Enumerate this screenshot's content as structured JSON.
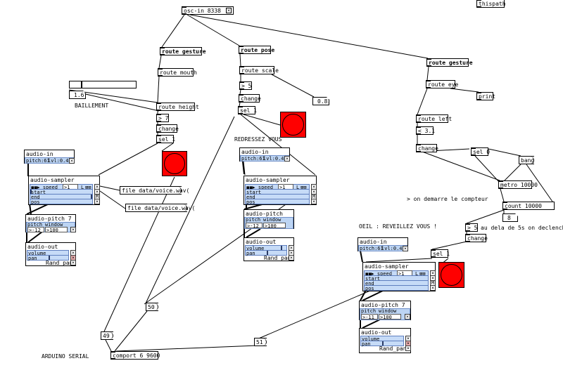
{
  "objects": {
    "osc_in": "osc-in 8338",
    "thispath": "thispath",
    "route_gesture_1": "route gesture",
    "route_mouth": "route mouth",
    "route_height": "route height",
    "gt7": "> 7",
    "change_1": "change",
    "sel1_1": "sel 1",
    "route_pose": "route pose",
    "route_scale": "route scale",
    "gt5_1": "> 5",
    "change_2": "change",
    "sel1_2": "sel 1",
    "route_gesture_2": "route gesture",
    "route_eye": "route eye",
    "print": "print",
    "route_left": "route left",
    "lt31": "< 3.1",
    "change_3": "change",
    "sel0": "sel 0",
    "metro": "metro 10000",
    "count": "count 10000",
    "gt5_2": "> 5",
    "change_4": "change",
    "sel1_3": "sel 1",
    "comport": "comport 6 9600"
  },
  "messages": {
    "file1": "file data/voice.wav(",
    "file2": "file data/voice.wav(",
    "bang": "bang",
    "m49": "49",
    "m50": "50",
    "m51": "51"
  },
  "numbers": {
    "n1": "1.677",
    "n2": "0.810",
    "n3": "8"
  },
  "comments": {
    "baillement": "BAILLEMENT",
    "redressez": "REDRESSEZ VOUS",
    "demarre": "> on demarre le compteur",
    "dela": "au dela de 5s on declenche",
    "oeil": "OEIL : REVEILLEZ VOUS !",
    "arduino": "ARDUINO SERIAL"
  },
  "audio_in": {
    "title": "audio-in",
    "pitch_1": "pitch:61",
    "lvl_1": "lvl:0.41",
    "pitch_2": "pitch:61",
    "lvl_2": "lvl:0.40",
    "pitch_3": "pitch:61",
    "lvl_3": "lvl:0.41"
  },
  "audio_sampler": {
    "title": "audio-sampler",
    "speed": "speed",
    "speed_val": "1",
    "start": "start",
    "end": "end",
    "pos": "pos",
    "loop": "L"
  },
  "audio_pitch": {
    "title_1": "audio-pitch 7",
    "title_2": "audio-pitch -12",
    "title_3": "audio-pitch 7",
    "pitch": "pitch",
    "window": "window",
    "pitch_val_1": "-12",
    "pitch_val_2": "-12",
    "pitch_val_3": "-11",
    "window_val": "100"
  },
  "audio_out": {
    "title": "audio-out",
    "volume": "volume",
    "pan": "pan",
    "rand_pan": "Rand_pan"
  },
  "colors": {
    "bang": "#ff0000",
    "gui_panel": "#bcd4f3"
  }
}
